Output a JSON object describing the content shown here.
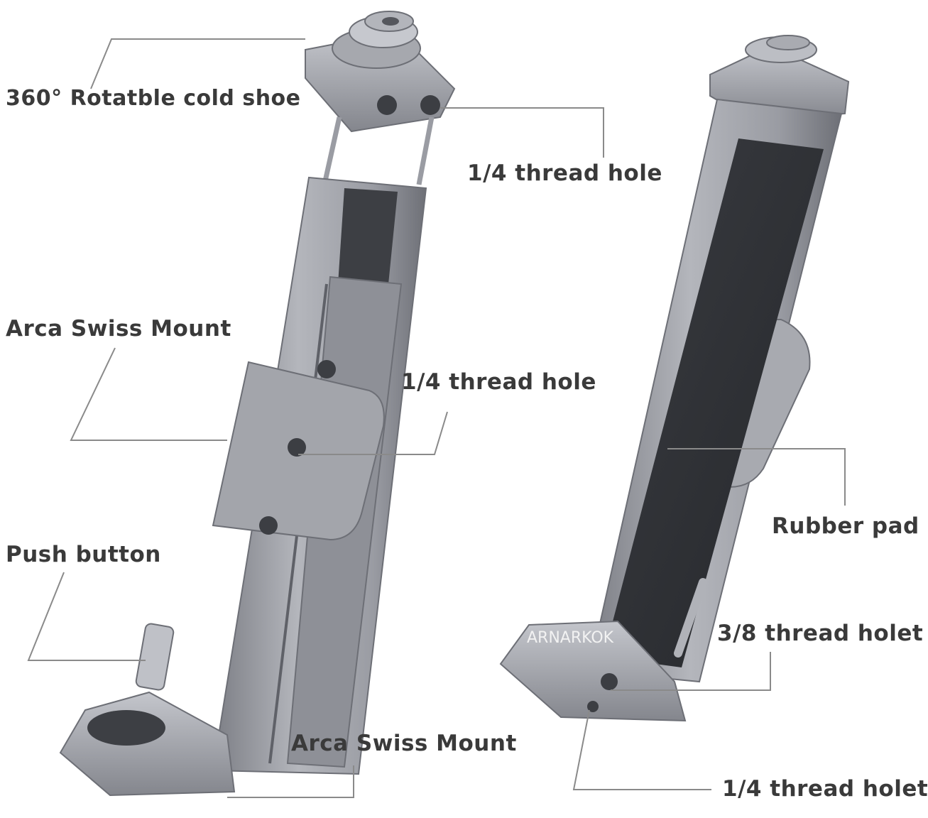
{
  "labels": {
    "cold_shoe": "360° Rotatble cold shoe",
    "thread_hole_top": "1/4 thread hole",
    "arca_swiss_left": "Arca Swiss Mount",
    "thread_hole_mid": "1/4 thread hole",
    "rubber_pad": "Rubber pad",
    "push_button": "Push button",
    "thread_holet_38": "3/8 thread holet",
    "arca_swiss_bottom": "Arca Swiss Mount",
    "thread_holet_14": "1/4 thread holet"
  },
  "brand": "ARNARKOK",
  "colors": {
    "background": "#ffffff",
    "metal": "#9a9ca3",
    "metal_dark": "#6d6f76",
    "rubber": "#2f3136",
    "leader": "#8a8a8a",
    "text": "#3a3a3a"
  }
}
